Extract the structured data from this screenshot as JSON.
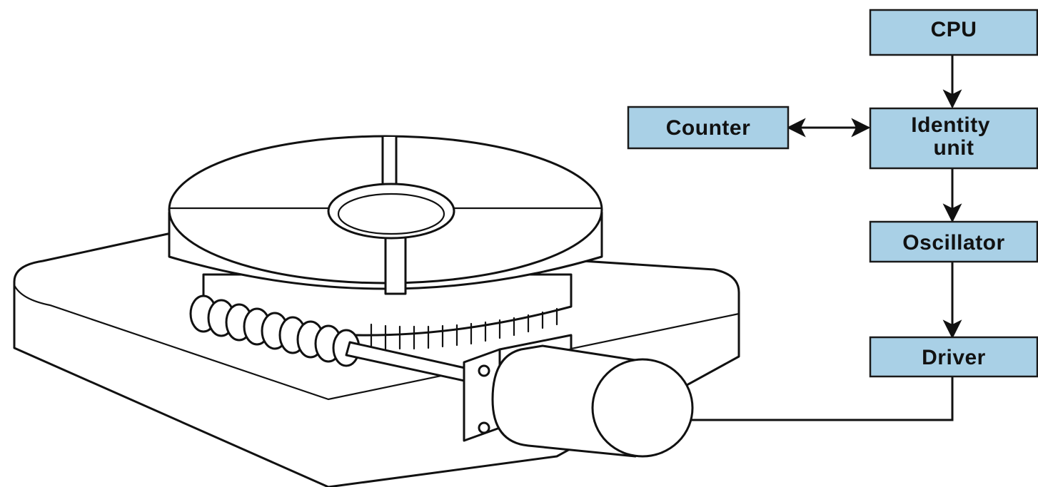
{
  "blocks": {
    "cpu": "CPU",
    "counter": "Counter",
    "identity_unit": [
      "Identity",
      "unit"
    ],
    "oscillator": "Oscillator",
    "driver": "Driver"
  },
  "colors": {
    "block_fill": "#a9d0e6",
    "line": "#111111",
    "background": "#ffffff"
  }
}
